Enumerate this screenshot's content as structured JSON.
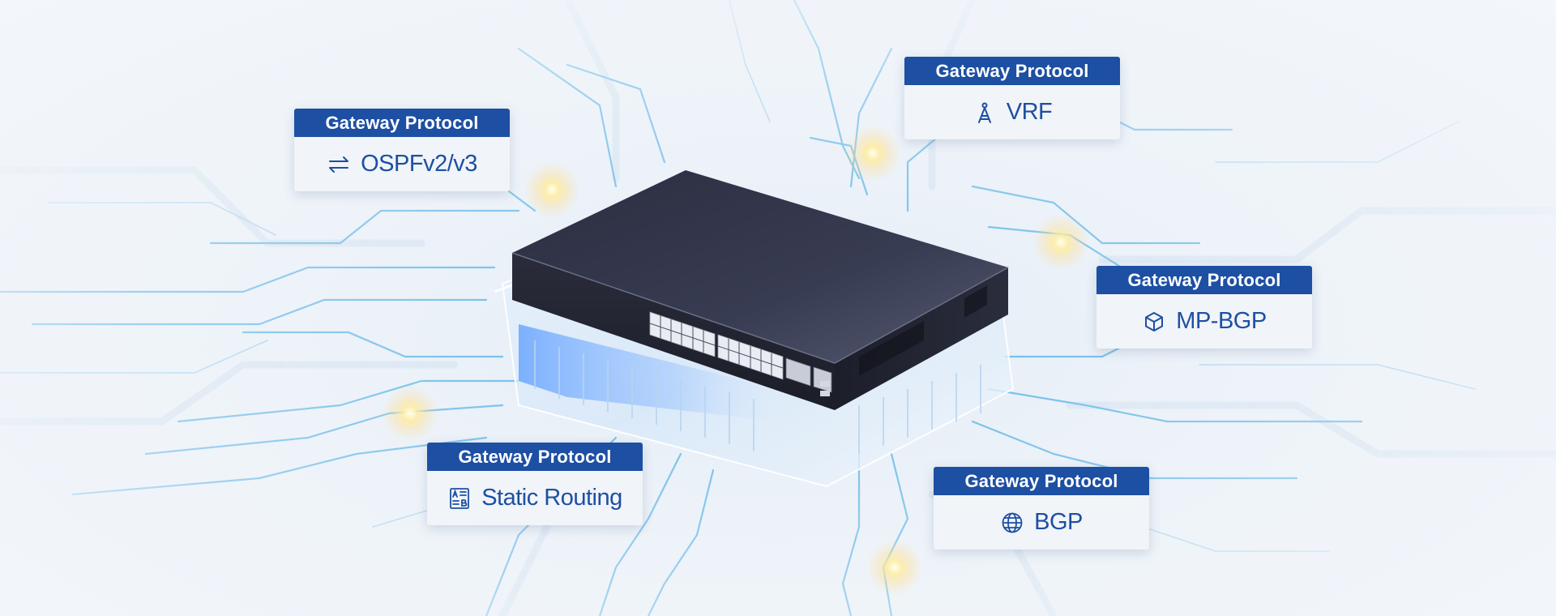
{
  "colors": {
    "card_header": "#1d4fa3",
    "card_text": "#1d4fa3",
    "card_body": "#f1f4f8",
    "circuit_line": "#5fb6e8",
    "switch_body": "#2f3243"
  },
  "cards": [
    {
      "header": "Gateway Protocol",
      "label": "OSPFv2/v3",
      "icon": "arrows-exchange-icon"
    },
    {
      "header": "Gateway Protocol",
      "label": "VRF",
      "icon": "antenna-tower-icon"
    },
    {
      "header": "Gateway Protocol",
      "label": "MP-BGP",
      "icon": "cube-icon"
    },
    {
      "header": "Gateway Protocol",
      "label": "Static Routing",
      "icon": "routing-table-icon"
    },
    {
      "header": "Gateway Protocol",
      "label": "BGP",
      "icon": "globe-icon"
    }
  ]
}
